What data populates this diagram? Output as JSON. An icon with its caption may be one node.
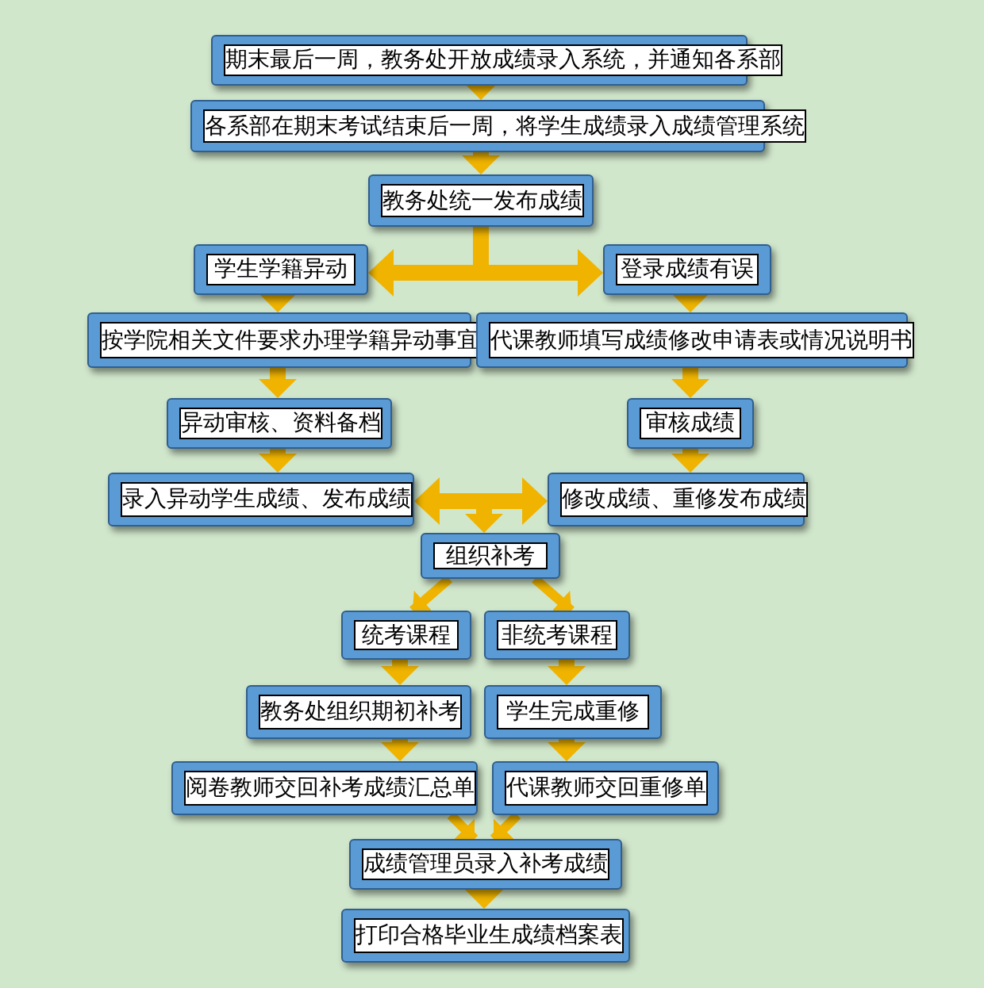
{
  "diagram": {
    "nodes": [
      {
        "text": [
          "期末最后一周，教务处开放成绩录入系统，并通知各系部"
        ]
      },
      {
        "text": [
          "各系部在期末考试结束后一周，将学生成绩录入成绩管理系统"
        ]
      },
      {
        "text": [
          "教务处统一发布成绩"
        ]
      },
      {
        "text": [
          "学生学籍异动"
        ]
      },
      {
        "text": [
          "登录成绩有误"
        ]
      },
      {
        "text": [
          "按学院相关文件要求办理学籍异动事宜"
        ]
      },
      {
        "text": [
          "代课教师填写成绩修改申请表或情况说明书"
        ]
      },
      {
        "text": [
          "异动审核、资料备档"
        ]
      },
      {
        "text": [
          "审核成绩"
        ]
      },
      {
        "text": [
          "录入异动学生成绩、发布成绩"
        ]
      },
      {
        "text": [
          "修改成绩、重修发布成绩"
        ]
      },
      {
        "text": [
          "组织补考"
        ]
      },
      {
        "text": [
          "统考课程"
        ]
      },
      {
        "text": [
          "非统考课程"
        ]
      },
      {
        "text": [
          "教务处组织期初补考"
        ]
      },
      {
        "text": [
          "学生完成重修"
        ]
      },
      {
        "text": [
          "阅卷教师交回补考成绩汇总单"
        ]
      },
      {
        "text": [
          "代课教师交回重修单"
        ]
      },
      {
        "text": [
          "成绩管理员录入补考成绩"
        ]
      },
      {
        "text": [
          "打印合格毕业生成绩档案表"
        ]
      }
    ],
    "edges": [
      {
        "from": 0,
        "to": 1,
        "arrow": "to"
      },
      {
        "from": 1,
        "to": 2,
        "arrow": "to"
      },
      {
        "from": 2,
        "to": 3,
        "arrow": "to"
      },
      {
        "from": 2,
        "to": 4,
        "arrow": "to"
      },
      {
        "from": 3,
        "to": 5,
        "arrow": "to"
      },
      {
        "from": 4,
        "to": 6,
        "arrow": "to"
      },
      {
        "from": 5,
        "to": 7,
        "arrow": "to"
      },
      {
        "from": 6,
        "to": 8,
        "arrow": "to"
      },
      {
        "from": 7,
        "to": 9,
        "arrow": "to"
      },
      {
        "from": 8,
        "to": 10,
        "arrow": "to"
      },
      {
        "from": 9,
        "to": 10,
        "arrow": "both"
      },
      {
        "from": null,
        "to": 11,
        "arrow": "to"
      },
      {
        "from": 11,
        "to": 12,
        "arrow": "to"
      },
      {
        "from": 11,
        "to": 13,
        "arrow": "to"
      },
      {
        "from": 12,
        "to": 14,
        "arrow": "to"
      },
      {
        "from": 13,
        "to": 15,
        "arrow": "to"
      },
      {
        "from": 14,
        "to": 16,
        "arrow": "to"
      },
      {
        "from": 15,
        "to": 17,
        "arrow": "to"
      },
      {
        "from": 16,
        "to": 18,
        "arrow": "to"
      },
      {
        "from": 17,
        "to": 18,
        "arrow": "to"
      },
      {
        "from": 18,
        "to": 19,
        "arrow": "to"
      }
    ]
  }
}
